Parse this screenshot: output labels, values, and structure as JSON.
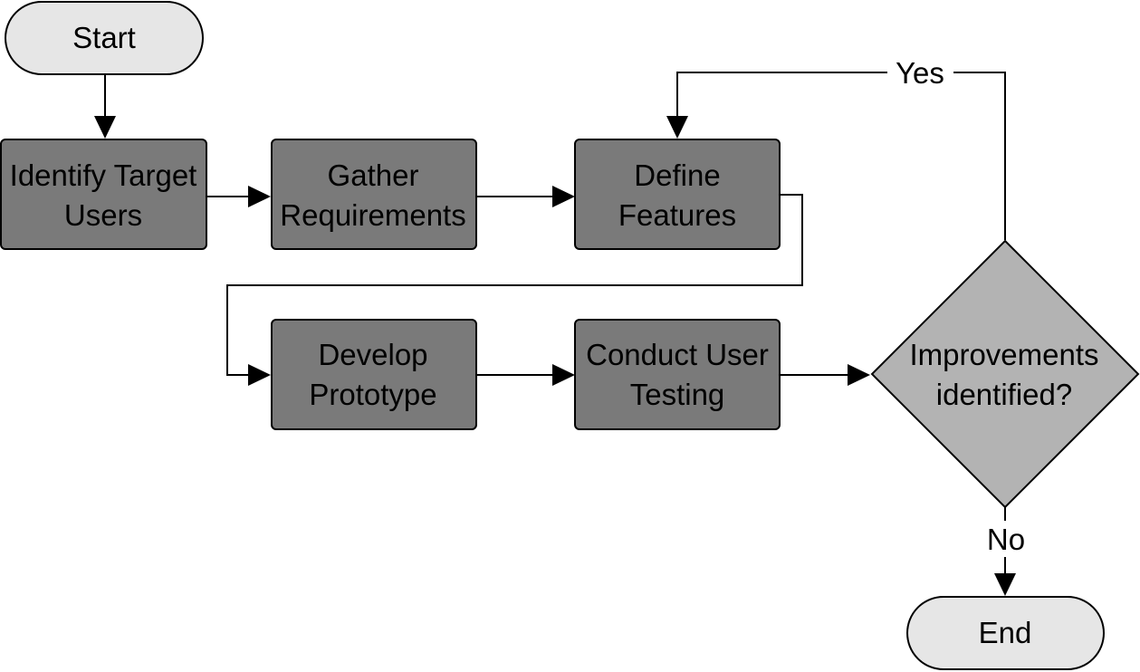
{
  "diagram": {
    "nodes": {
      "start": {
        "label": "Start",
        "shape": "terminator"
      },
      "identify": {
        "line1": "Identify Target",
        "line2": "Users",
        "shape": "process"
      },
      "gather": {
        "line1": "Gather",
        "line2": "Requirements",
        "shape": "process"
      },
      "define": {
        "line1": "Define",
        "line2": "Features",
        "shape": "process"
      },
      "develop": {
        "line1": "Develop",
        "line2": "Prototype",
        "shape": "process"
      },
      "testing": {
        "line1": "Conduct User",
        "line2": "Testing",
        "shape": "process"
      },
      "decision": {
        "line1": "Improvements",
        "line2": "identified?",
        "shape": "decision"
      },
      "end": {
        "label": "End",
        "shape": "terminator"
      }
    },
    "edges": {
      "yes_label": "Yes",
      "no_label": "No"
    },
    "colors": {
      "terminator_fill": "#e6e6e6",
      "process_fill": "#7a7a7a",
      "decision_fill": "#b3b3b3",
      "stroke": "#000000"
    }
  }
}
